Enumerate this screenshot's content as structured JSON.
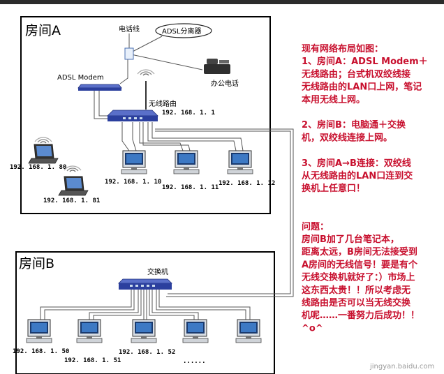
{
  "room_a": {
    "title": "房间A",
    "phone_line": "电话线",
    "splitter": "ADSL分离器",
    "modem": "ADSL Modem",
    "office_phone": "办公电话",
    "router": "无线路由",
    "router_ip": "192. 168. 1. 1",
    "laptops": [
      "192. 168. 1. 80",
      "192. 168. 1. 81"
    ],
    "desktops": [
      "192. 168. 1. 10",
      "192. 168. 1. 11",
      "192. 168. 1. 12"
    ]
  },
  "room_b": {
    "title": "房间B",
    "switch": "交换机",
    "desktops": [
      "192. 168. 1. 50",
      "192. 168. 1. 51",
      "192. 168. 1. 52"
    ],
    "more": "......"
  },
  "notes": [
    "现有网络布局如图：",
    "  1、房间A：ADSL Modem＋",
    "无线路由；台式机双绞线接",
    "无线路由的LAN口上网，笔记",
    "本用无线上网。",
    "",
    "  2、房间B：电脑通＋交换",
    "机，双绞线连接上网。",
    "",
    "  3、房间A→B连接：双绞线",
    "从无线路由的LAN口连到交",
    "换机上任意口！",
    "",
    "",
    "问题：",
    "    房间B加了几台笔记本，",
    "距离太远，B房间无法接受到",
    "A房间的无线信号！要是有个",
    "无线交换机就好了：）市场上",
    "这东西太贵！！所以考虑无",
    "线路由是否可以当无线交换",
    "机呢……一番努力后成功！！",
    "^o^"
  ],
  "watermark": "jingyan.baidu.com",
  "colors": {
    "notes_text": "#c8102e",
    "device_blue": "#2b3f9e",
    "line_gray": "#555555"
  }
}
